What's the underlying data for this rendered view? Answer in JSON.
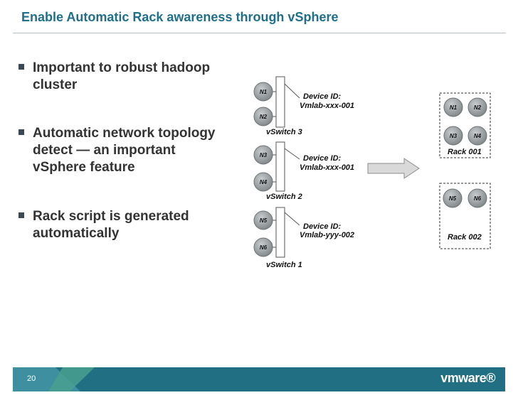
{
  "title": "Enable Automatic Rack awareness through vSphere",
  "bullets": [
    {
      "lines": [
        "Important to robust hadoop",
        "cluster"
      ]
    },
    {
      "lines": [
        "Automatic network topology",
        "detect — an important",
        "vSphere feature"
      ]
    },
    {
      "lines": [
        "Rack script is generated",
        "automatically"
      ]
    }
  ],
  "diagram": {
    "switches": [
      {
        "label": "vSwitch 3",
        "device_label": "Device ID:",
        "device_id": "Vmlab-xxx-001",
        "nodes": [
          "N1",
          "N2"
        ]
      },
      {
        "label": "vSwitch 2",
        "device_label": "Device ID:",
        "device_id": "Vmlab-xxx-001",
        "nodes": [
          "N3",
          "N4"
        ]
      },
      {
        "label": "vSwitch 1",
        "device_label": "Device ID:",
        "device_id": "Vmlab-yyy-002",
        "nodes": [
          "N5",
          "N6"
        ]
      }
    ],
    "racks": [
      {
        "label": "Rack 001",
        "nodes": [
          "N1",
          "N2",
          "N3",
          "N4"
        ]
      },
      {
        "label": "Rack 002",
        "nodes": [
          "N5",
          "N6"
        ]
      }
    ]
  },
  "footer": {
    "page_number": "20",
    "logo_text": "vmware®"
  },
  "colors": {
    "title": "#1f6f8b",
    "footer_band": "#206f82",
    "node_fill": "#8f9497",
    "arrow_fill": "#d9d9d9"
  }
}
